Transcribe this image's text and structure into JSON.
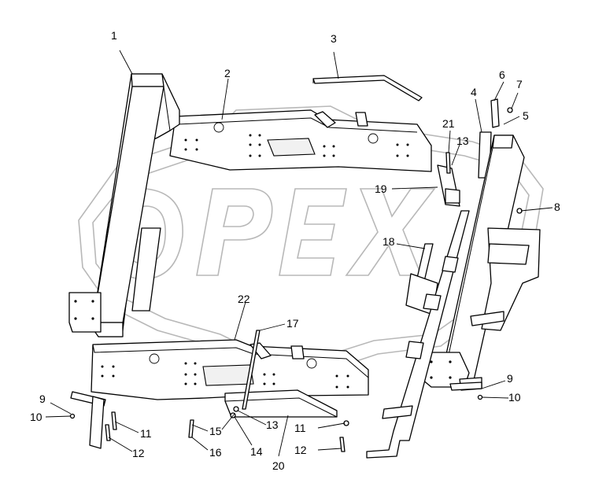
{
  "watermark": {
    "text": "OPEX",
    "color": "#b8b8b8"
  },
  "callouts": [
    {
      "id": "c1",
      "text": "1"
    },
    {
      "id": "c2",
      "text": "2"
    },
    {
      "id": "c3",
      "text": "3"
    },
    {
      "id": "c4",
      "text": "4"
    },
    {
      "id": "c5",
      "text": "5"
    },
    {
      "id": "c6",
      "text": "6"
    },
    {
      "id": "c7",
      "text": "7"
    },
    {
      "id": "c8",
      "text": "8"
    },
    {
      "id": "c9a",
      "text": "9"
    },
    {
      "id": "c9b",
      "text": "9"
    },
    {
      "id": "c10a",
      "text": "10"
    },
    {
      "id": "c10b",
      "text": "10"
    },
    {
      "id": "c11a",
      "text": "11"
    },
    {
      "id": "c11b",
      "text": "11"
    },
    {
      "id": "c12a",
      "text": "12"
    },
    {
      "id": "c12b",
      "text": "12"
    },
    {
      "id": "c13a",
      "text": "13"
    },
    {
      "id": "c13b",
      "text": "13"
    },
    {
      "id": "c14",
      "text": "14"
    },
    {
      "id": "c15",
      "text": "15"
    },
    {
      "id": "c16",
      "text": "16"
    },
    {
      "id": "c17",
      "text": "17"
    },
    {
      "id": "c18",
      "text": "18"
    },
    {
      "id": "c19",
      "text": "19"
    },
    {
      "id": "c20",
      "text": "20"
    },
    {
      "id": "c21",
      "text": "21"
    },
    {
      "id": "c22",
      "text": "22"
    }
  ]
}
